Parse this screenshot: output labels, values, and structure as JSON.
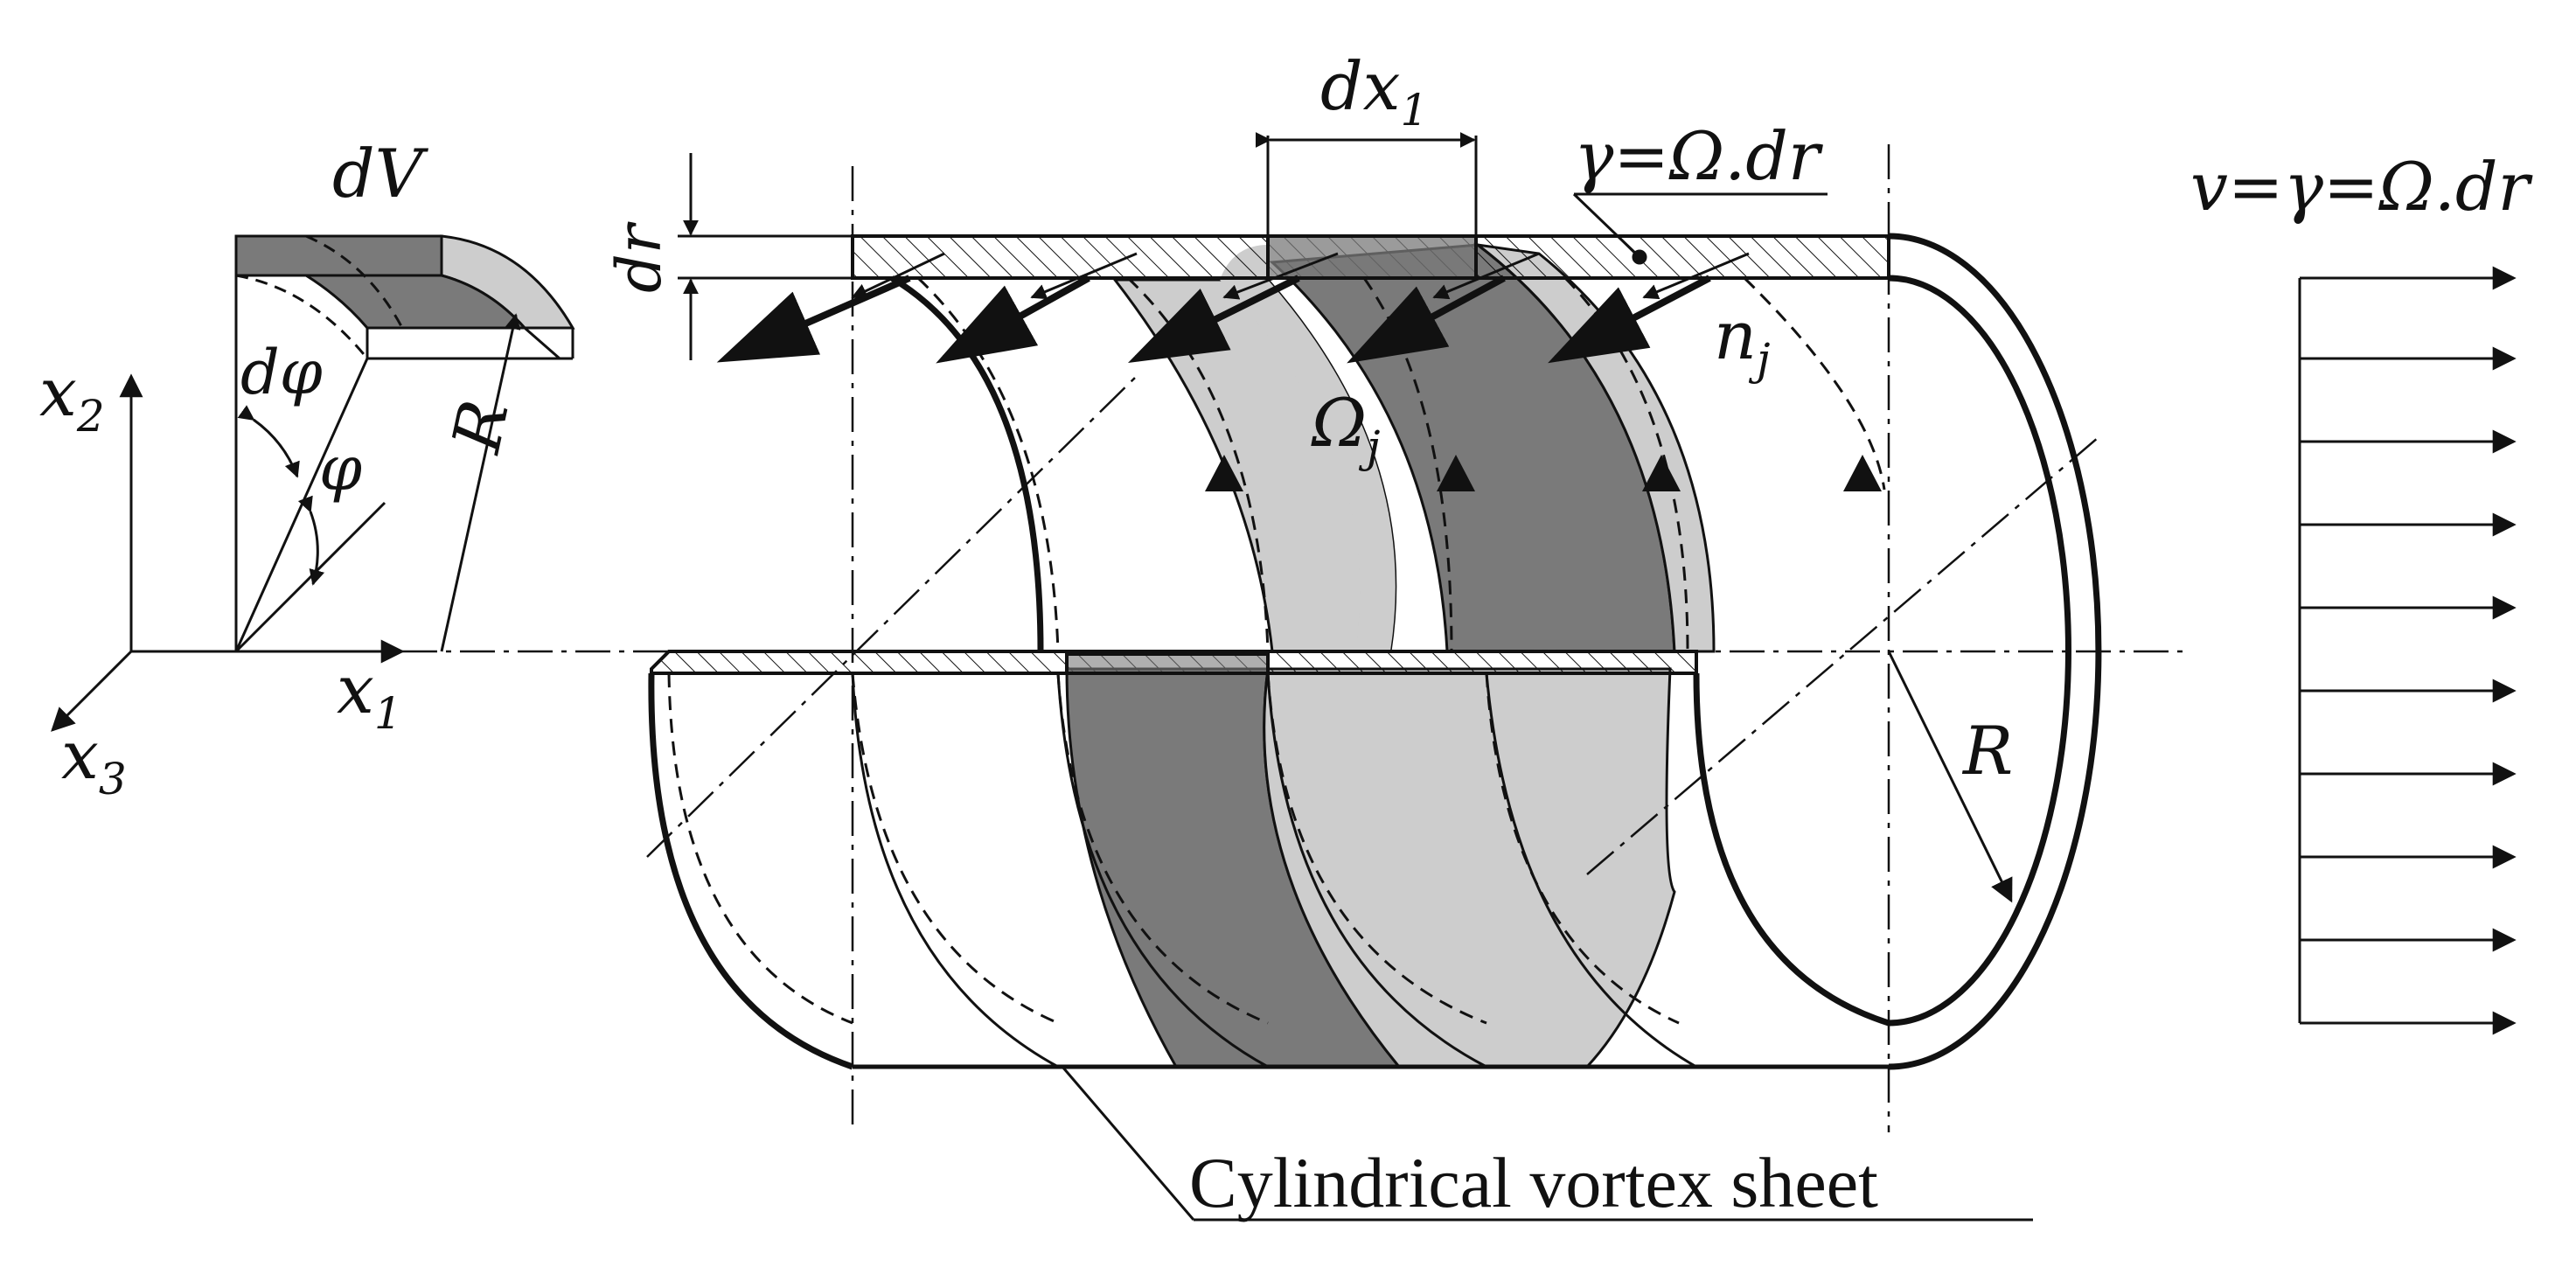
{
  "labels": {
    "dV": "dV",
    "dphi": "dφ",
    "phi": "φ",
    "R_element": "R",
    "x1": "x",
    "x1_sub": "1",
    "x2": "x",
    "x2_sub": "2",
    "x3": "x",
    "x3_sub": "3",
    "dr": "dr",
    "dx1": "dx",
    "dx1_sub": "1",
    "gamma": "γ=Ω.dr",
    "omega_j": "Ω",
    "omega_j_sub": "j",
    "n_j": "n",
    "n_j_sub": "j",
    "R_cylinder": "R",
    "velocity": "v=γ=Ω.dr",
    "caption": "Cylindrical vortex sheet"
  },
  "colors": {
    "ink": "#111111",
    "dark_fill": "#7a7a7a",
    "light_fill": "#cdcdcd"
  },
  "icons": {
    "axis_arrow": "arrowhead",
    "vorticity_arrow": "filled-arrowhead"
  }
}
